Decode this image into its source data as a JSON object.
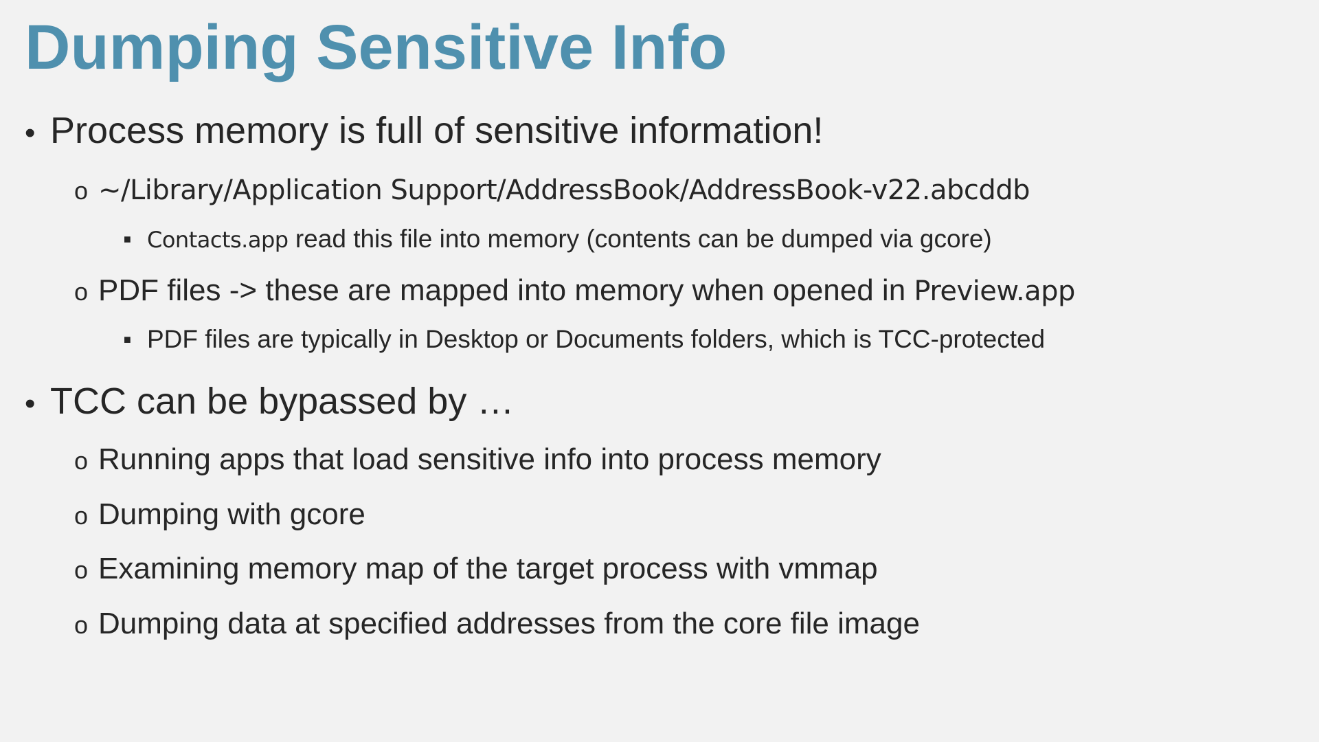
{
  "slide": {
    "title": "Dumping Sensitive Info",
    "bullets": {
      "l1_marker": "•",
      "l2_marker": "o",
      "l3_marker": "■"
    },
    "items": {
      "p1": "Process memory is full of sensitive information!",
      "p1_s1": "~/Library/Application Support/AddressBook/AddressBook-v22.abcddb",
      "p1_s1_d1_app": "Contacts.app",
      "p1_s1_d1_text": " read this file into memory (contents can be dumped via gcore)",
      "p1_s2_text": "PDF files -> these are mapped into memory when opened in ",
      "p1_s2_app": "Preview.app",
      "p1_s2_d1": "PDF files are typically in Desktop or Documents folders, which is TCC-protected",
      "p2": "TCC can be bypassed by …",
      "p2_s1": "Running apps that load sensitive info into process memory",
      "p2_s2": "Dumping with gcore",
      "p2_s3": "Examining memory map of the target process with vmmap",
      "p2_s4": "Dumping data at specified addresses from the core file image"
    }
  },
  "colors": {
    "background": "#f2f2f2",
    "title": "#4f90ae",
    "text": "#262626"
  }
}
